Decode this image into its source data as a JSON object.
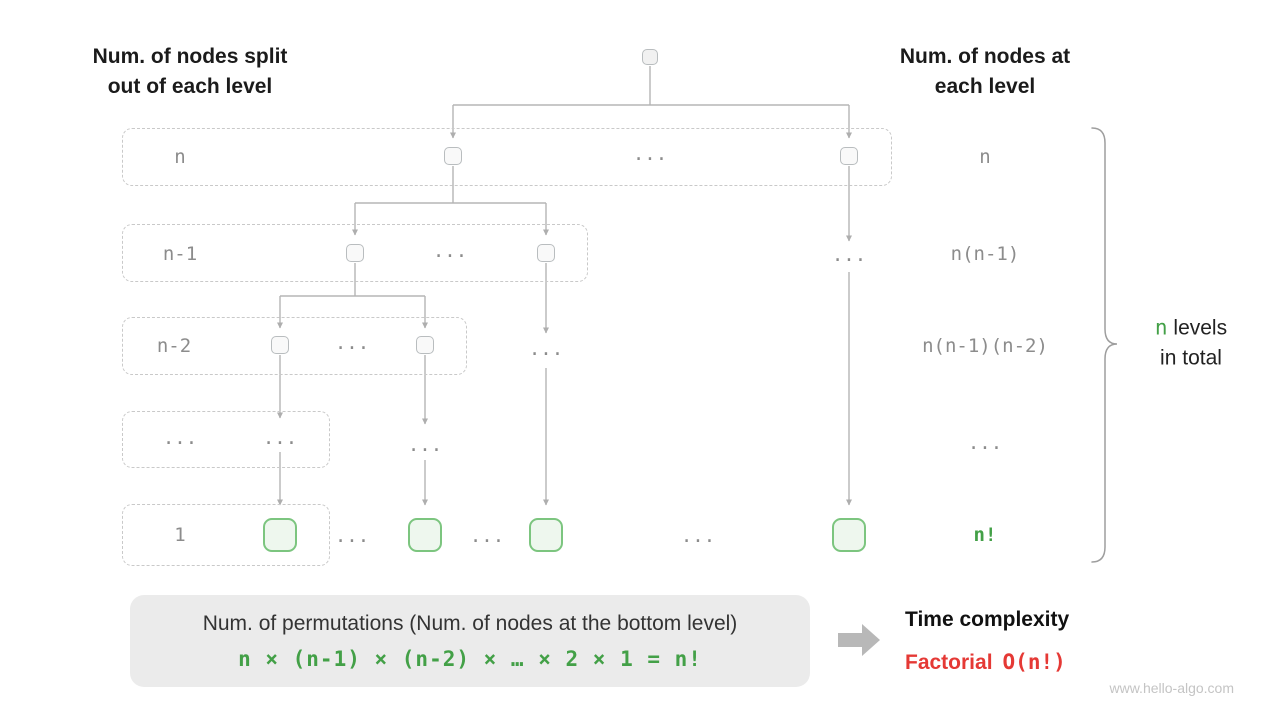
{
  "meta": {
    "watermark": "www.hello-algo.com"
  },
  "headers": {
    "left": "Num. of nodes split\nout of each level",
    "right": "Num. of nodes at\neach level"
  },
  "ellipsis": "...",
  "tree": {
    "levels": [
      {
        "split_label": "n",
        "count_label": "n"
      },
      {
        "split_label": "n-1",
        "count_label": "n(n-1)"
      },
      {
        "split_label": "n-2",
        "count_label": "n(n-1)(n-2)"
      },
      {
        "split_label": "...",
        "count_label": "..."
      },
      {
        "split_label": "1",
        "count_label": "n!"
      }
    ]
  },
  "brace": {
    "highlight": "n",
    "line1_rest": "levels",
    "line2": "in total"
  },
  "summary": {
    "caption": "Num. of permutations (Num. of nodes at the bottom level)",
    "formula": "n × (n-1) × (n-2) × … × 2 × 1 = n!"
  },
  "result": {
    "title": "Time complexity",
    "name": "Factorial",
    "notation": "O(n!)"
  },
  "colors": {
    "green": "#43a047",
    "red": "#e53935",
    "gray_text": "#8c8c8c",
    "leaf_border": "#7cc57f",
    "leaf_fill": "#eef7ee"
  }
}
